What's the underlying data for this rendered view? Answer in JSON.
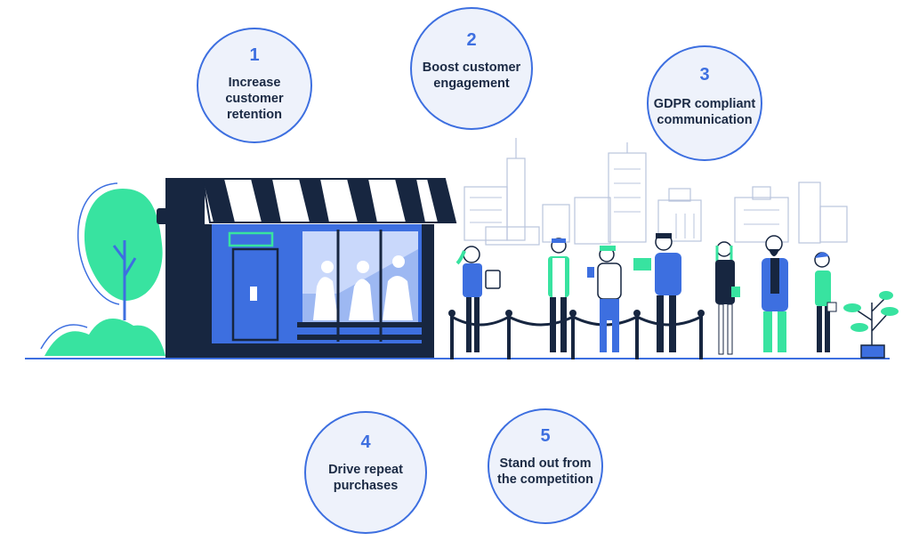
{
  "colors": {
    "accent": "#3d6fe0",
    "navy": "#172640",
    "green": "#38e3a0",
    "bubble_fill": "#eef2fb",
    "city_line": "#b9c4dd"
  },
  "benefits": [
    {
      "number": "1",
      "label": "Increase\ncustomer\nretention"
    },
    {
      "number": "2",
      "label": "Boost customer\nengagement"
    },
    {
      "number": "3",
      "label": "GDPR compliant\ncommunication"
    },
    {
      "number": "4",
      "label": "Drive repeat\npurchases"
    },
    {
      "number": "5",
      "label": "Stand out from\nthe competition"
    }
  ]
}
